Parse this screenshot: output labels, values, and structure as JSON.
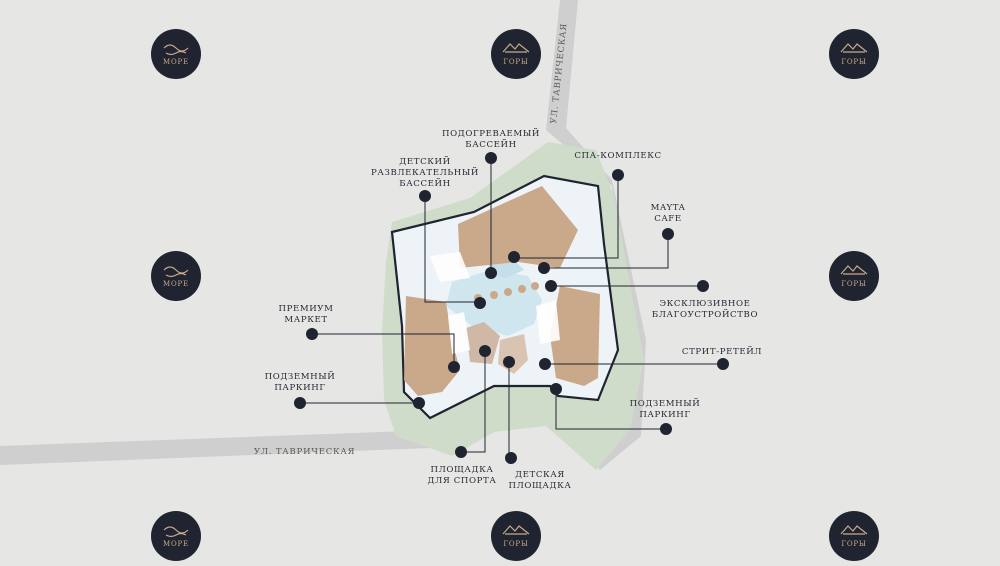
{
  "colors": {
    "background": "#e6e6e5",
    "road": "#cfcfcf",
    "greenery": "#cfdcca",
    "site": "#eef3f7",
    "water": "#cfe6ef",
    "building": "#c9a98a",
    "marker": "#1f2430",
    "badge": "#1f2430",
    "badge_text": "#c9a98a"
  },
  "streets": {
    "vertical": "УЛ. ТАВРИЧЕСКАЯ",
    "horizontal": "УЛ. ТАВРИЧЕСКАЯ"
  },
  "badges": [
    {
      "label": "МОРЕ",
      "icon": "sea-waves-icon"
    },
    {
      "label": "ГОРЫ",
      "icon": "mountains-icon"
    },
    {
      "label": "ГОРЫ",
      "icon": "mountains-icon"
    },
    {
      "label": "МОРЕ",
      "icon": "sea-waves-icon"
    },
    {
      "label": "ГОРЫ",
      "icon": "mountains-icon"
    },
    {
      "label": "МОРЕ",
      "icon": "sea-waves-icon"
    },
    {
      "label": "ГОРЫ",
      "icon": "mountains-icon"
    },
    {
      "label": "ГОРЫ",
      "icon": "mountains-icon"
    }
  ],
  "markers": [
    {
      "name": "heated-pool",
      "lines": [
        "ПОДОГРЕВАЕМЫЙ",
        "БАССЕЙН"
      ]
    },
    {
      "name": "kids-pool",
      "lines": [
        "ДЕТСКИЙ",
        "РАЗВЛЕКАТЕЛЬНЫЙ",
        "БАССЕЙН"
      ]
    },
    {
      "name": "spa",
      "lines": [
        "СПА-КОМПЛЕКС"
      ]
    },
    {
      "name": "mayta-cafe",
      "lines": [
        "MAYTA",
        "CAFE"
      ]
    },
    {
      "name": "landscaping",
      "lines": [
        "ЭКСКЛЮЗИВНОЕ",
        "БЛАГОУСТРОЙСТВО"
      ]
    },
    {
      "name": "premium-market",
      "lines": [
        "ПРЕМИУМ",
        "МАРКЕТ"
      ]
    },
    {
      "name": "parking-left",
      "lines": [
        "ПОДЗЕМНЫЙ",
        "ПАРКИНГ"
      ]
    },
    {
      "name": "street-retail",
      "lines": [
        "СТРИТ-РЕТЕЙЛ"
      ]
    },
    {
      "name": "parking-right",
      "lines": [
        "ПОДЗЕМНЫЙ",
        "ПАРКИНГ"
      ]
    },
    {
      "name": "sports-ground",
      "lines": [
        "ПЛОЩАДКА",
        "ДЛЯ СПОРТА"
      ]
    },
    {
      "name": "playground",
      "lines": [
        "ДЕТСКАЯ",
        "ПЛОЩАДКА"
      ]
    }
  ]
}
